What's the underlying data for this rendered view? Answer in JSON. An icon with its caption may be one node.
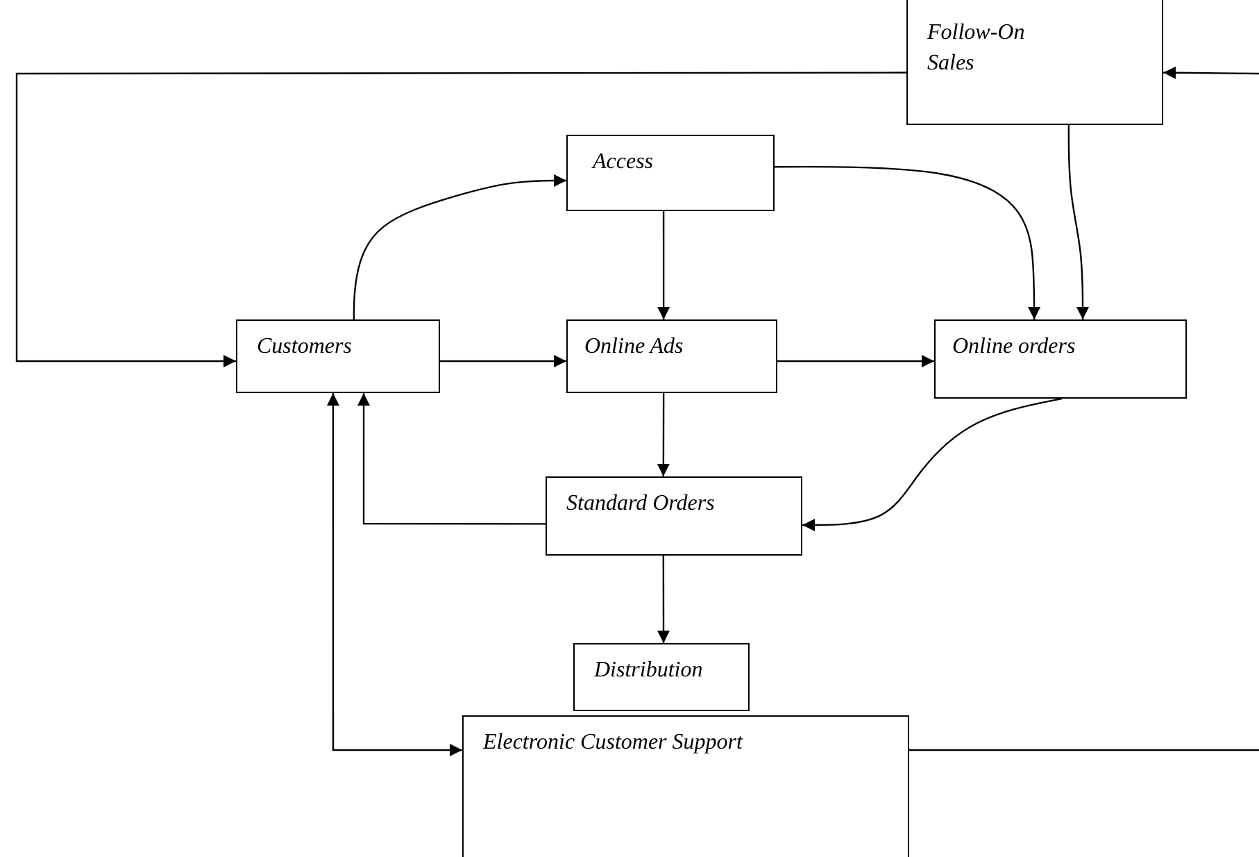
{
  "diagram": {
    "nodes": [
      {
        "text": [
          "Follow-On Sales"
        ]
      },
      {
        "text": [
          "Access"
        ]
      },
      {
        "text": [
          "Customers"
        ]
      },
      {
        "text": [
          "Online Ads"
        ]
      },
      {
        "text": [
          "Online orders"
        ]
      },
      {
        "text": [
          "Standard Orders"
        ]
      },
      {
        "text": [
          "Distribution"
        ]
      },
      {
        "text": [
          "Electronic Customer Support"
        ]
      }
    ],
    "edges": [
      {
        "from": 0,
        "to": 2,
        "arrow": "to"
      },
      {
        "from": null,
        "to": 0,
        "arrow": "to"
      },
      {
        "from": 2,
        "to": 1,
        "arrow": "to"
      },
      {
        "from": 1,
        "to": 3,
        "arrow": "to"
      },
      {
        "from": 1,
        "to": 4,
        "arrow": "to"
      },
      {
        "from": 0,
        "to": 4,
        "arrow": "to"
      },
      {
        "from": 2,
        "to": 3,
        "arrow": "to"
      },
      {
        "from": 3,
        "to": 4,
        "arrow": "to"
      },
      {
        "from": 3,
        "to": 5,
        "arrow": "to"
      },
      {
        "from": 4,
        "to": 5,
        "arrow": "to"
      },
      {
        "from": 5,
        "to": 2,
        "arrow": "to"
      },
      {
        "from": 5,
        "to": 6,
        "arrow": "to"
      },
      {
        "from": 2,
        "to": 7,
        "arrow": "both"
      },
      {
        "from": 7,
        "to": null,
        "arrow": "none"
      }
    ]
  }
}
